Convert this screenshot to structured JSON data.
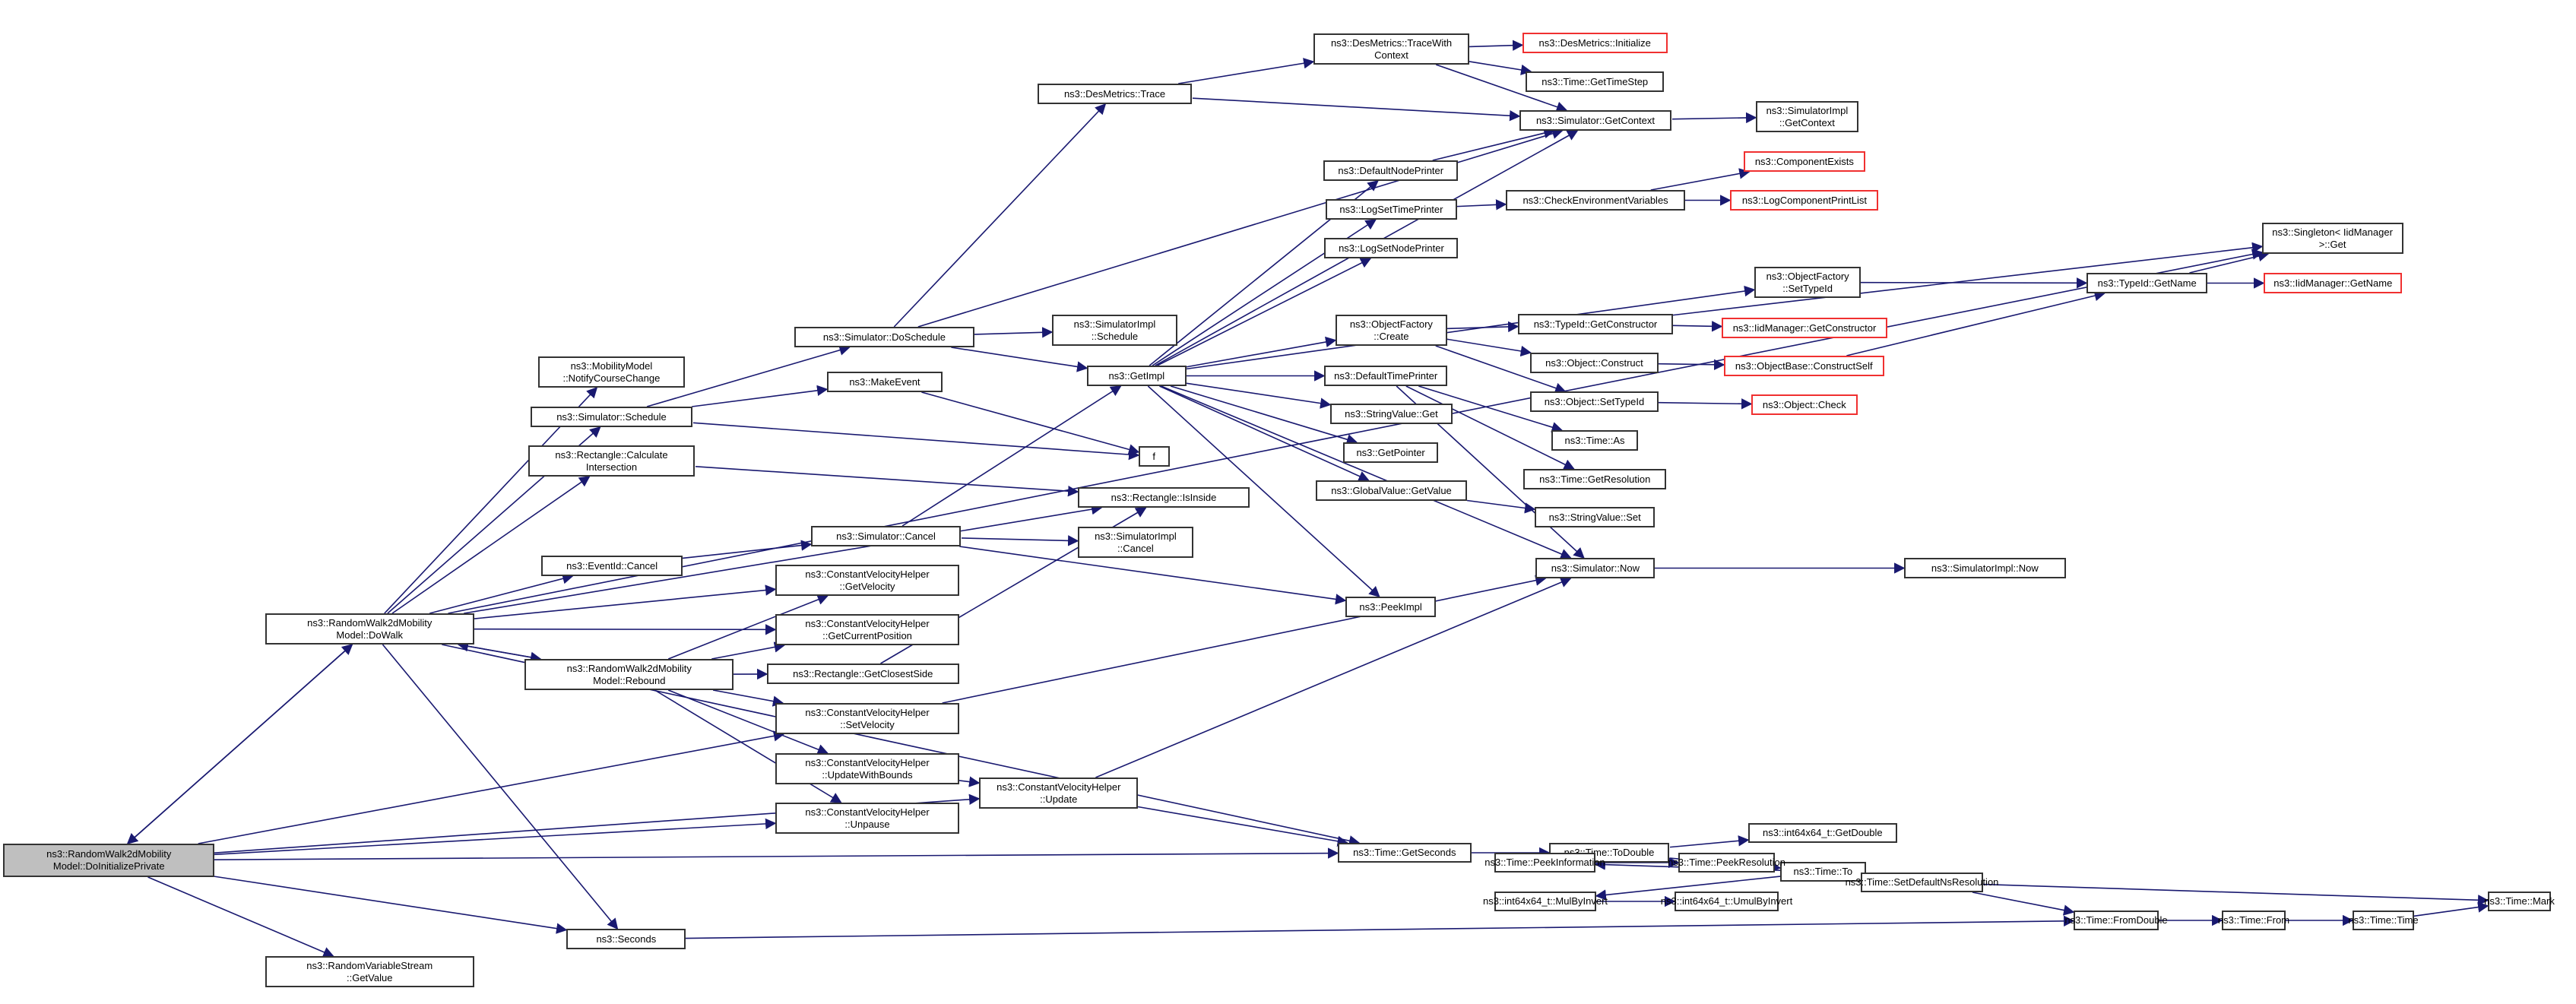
{
  "graph": {
    "edge_color": "#191970",
    "nodes": {
      "root": {
        "label": "ns3::RandomWalk2dMobility\nModel::DoInitializePrivate",
        "state": "root"
      },
      "dowalk": {
        "label": "ns3::RandomWalk2dMobility\nModel::DoWalk"
      },
      "rvs_getvalue": {
        "label": "ns3::RandomVariableStream\n::GetValue"
      },
      "notify": {
        "label": "ns3::MobilityModel\n::NotifyCourseChange"
      },
      "sim_schedule": {
        "label": "ns3::Simulator::Schedule"
      },
      "rect_calc": {
        "label": "ns3::Rectangle::Calculate\nIntersection"
      },
      "eventid_cancel": {
        "label": "ns3::EventId::Cancel"
      },
      "rebound": {
        "label": "ns3::RandomWalk2dMobility\nModel::Rebound"
      },
      "seconds": {
        "label": "ns3::Seconds"
      },
      "sim_doschedule": {
        "label": "ns3::Simulator::DoSchedule"
      },
      "makeevent": {
        "label": "ns3::MakeEvent"
      },
      "sim_cancel": {
        "label": "ns3::Simulator::Cancel"
      },
      "cvh_getvel": {
        "label": "ns3::ConstantVelocityHelper\n::GetVelocity"
      },
      "cvh_getpos": {
        "label": "ns3::ConstantVelocityHelper\n::GetCurrentPosition"
      },
      "rect_closest": {
        "label": "ns3::Rectangle::GetClosestSide"
      },
      "cvh_setvel": {
        "label": "ns3::ConstantVelocityHelper\n::SetVelocity"
      },
      "cvh_updbounds": {
        "label": "ns3::ConstantVelocityHelper\n::UpdateWithBounds"
      },
      "cvh_unpause": {
        "label": "ns3::ConstantVelocityHelper\n::Unpause"
      },
      "desm_trace": {
        "label": "ns3::DesMetrics::Trace"
      },
      "simimpl_schedule": {
        "label": "ns3::SimulatorImpl\n::Schedule"
      },
      "getimpl": {
        "label": "ns3::GetImpl"
      },
      "f": {
        "label": "f"
      },
      "rect_isinside": {
        "label": "ns3::Rectangle::IsInside"
      },
      "simimpl_cancel": {
        "label": "ns3::SimulatorImpl\n::Cancel"
      },
      "cvh_update": {
        "label": "ns3::ConstantVelocityHelper\n::Update"
      },
      "time_getseconds": {
        "label": "ns3::Time::GetSeconds"
      },
      "desm_tracewc": {
        "label": "ns3::DesMetrics::TraceWith\nContext"
      },
      "defnodeprinter": {
        "label": "ns3::DefaultNodePrinter"
      },
      "logsettimeprinter": {
        "label": "ns3::LogSetTimePrinter"
      },
      "logsetnodeprinter": {
        "label": "ns3::LogSetNodePrinter"
      },
      "objfact_create": {
        "label": "ns3::ObjectFactory\n::Create"
      },
      "deftimeprinter": {
        "label": "ns3::DefaultTimePrinter"
      },
      "stringvalue_get": {
        "label": "ns3::StringValue::Get"
      },
      "getpointer": {
        "label": "ns3::GetPointer"
      },
      "globalvalue_get": {
        "label": "ns3::GlobalValue::GetValue"
      },
      "peekimpl": {
        "label": "ns3::PeekImpl"
      },
      "desm_init": {
        "label": "ns3::DesMetrics::Initialize",
        "state": "red"
      },
      "time_gettimestep": {
        "label": "ns3::Time::GetTimeStep"
      },
      "sim_getcontext": {
        "label": "ns3::Simulator::GetContext"
      },
      "checkenv": {
        "label": "ns3::CheckEnvironmentVariables"
      },
      "typeid_getctor": {
        "label": "ns3::TypeId::GetConstructor"
      },
      "object_construct": {
        "label": "ns3::Object::Construct"
      },
      "object_settypeid": {
        "label": "ns3::Object::SetTypeId"
      },
      "time_as": {
        "label": "ns3::Time::As"
      },
      "time_getres": {
        "label": "ns3::Time::GetResolution"
      },
      "stringvalue_set": {
        "label": "ns3::StringValue::Set"
      },
      "sim_now": {
        "label": "ns3::Simulator::Now"
      },
      "time_todouble": {
        "label": "ns3::Time::ToDouble"
      },
      "simimpl_getcontext": {
        "label": "ns3::SimulatorImpl\n::GetContext"
      },
      "compexists": {
        "label": "ns3::ComponentExists",
        "state": "red"
      },
      "logcompprint": {
        "label": "ns3::LogComponentPrintList",
        "state": "red"
      },
      "objfact_settypeid": {
        "label": "ns3::ObjectFactory\n::SetTypeId"
      },
      "iid_getctor": {
        "label": "ns3::IidManager::GetConstructor",
        "state": "red"
      },
      "objbase_constructself": {
        "label": "ns3::ObjectBase::ConstructSelf",
        "state": "red"
      },
      "object_check": {
        "label": "ns3::Object::Check",
        "state": "red"
      },
      "simimpl_now": {
        "label": "ns3::SimulatorImpl::Now"
      },
      "int_getdouble": {
        "label": "ns3::int64x64_t::GetDouble"
      },
      "time_to": {
        "label": "ns3::Time::To"
      },
      "typeid_getname": {
        "label": "ns3::TypeId::GetName"
      },
      "singleton_get": {
        "label": "ns3::Singleton< IidManager\n>::Get"
      },
      "iid_getname": {
        "label": "ns3::IidManager::GetName",
        "state": "red"
      },
      "time_peekinfo": {
        "label": "ns3::Time::PeekInformation"
      },
      "int_mulbyinvert": {
        "label": "ns3::int64x64_t::MulByInvert"
      },
      "time_peekres": {
        "label": "ns3::Time::PeekResolution"
      },
      "int_umulbyinvert": {
        "label": "ns3::int64x64_t::UmulByInvert"
      },
      "time_setdefault": {
        "label": "ns3::Time::SetDefaultNsResolution"
      },
      "time_fromdouble": {
        "label": "ns3::Time::FromDouble"
      },
      "time_from": {
        "label": "ns3::Time::From"
      },
      "time_time": {
        "label": "ns3::Time::Time"
      },
      "time_mark": {
        "label": "ns3::Time::Mark"
      }
    },
    "edges": [
      [
        "root",
        "dowalk"
      ],
      [
        "dowalk",
        "root"
      ],
      [
        "root",
        "rvs_getvalue"
      ],
      [
        "root",
        "seconds"
      ],
      [
        "root",
        "cvh_setvel"
      ],
      [
        "root",
        "cvh_unpause"
      ],
      [
        "root",
        "cvh_update"
      ],
      [
        "root",
        "time_getseconds"
      ],
      [
        "dowalk",
        "notify"
      ],
      [
        "dowalk",
        "sim_schedule"
      ],
      [
        "dowalk",
        "rect_calc"
      ],
      [
        "dowalk",
        "eventid_cancel"
      ],
      [
        "dowalk",
        "rebound"
      ],
      [
        "rebound",
        "dowalk"
      ],
      [
        "dowalk",
        "seconds"
      ],
      [
        "dowalk",
        "cvh_getvel"
      ],
      [
        "dowalk",
        "cvh_getpos"
      ],
      [
        "dowalk",
        "rect_isinside"
      ],
      [
        "dowalk",
        "time_getseconds"
      ],
      [
        "dowalk",
        "singleton_get"
      ],
      [
        "rebound",
        "cvh_getvel"
      ],
      [
        "rebound",
        "cvh_getpos"
      ],
      [
        "rebound",
        "rect_closest"
      ],
      [
        "rebound",
        "cvh_setvel"
      ],
      [
        "rebound",
        "cvh_updbounds"
      ],
      [
        "rebound",
        "cvh_unpause"
      ],
      [
        "sim_schedule",
        "sim_doschedule"
      ],
      [
        "sim_schedule",
        "makeevent"
      ],
      [
        "sim_schedule",
        "f"
      ],
      [
        "rect_calc",
        "rect_isinside"
      ],
      [
        "eventid_cancel",
        "sim_cancel"
      ],
      [
        "sim_doschedule",
        "desm_trace"
      ],
      [
        "sim_doschedule",
        "simimpl_schedule"
      ],
      [
        "sim_doschedule",
        "getimpl"
      ],
      [
        "sim_doschedule",
        "sim_getcontext"
      ],
      [
        "makeevent",
        "f"
      ],
      [
        "sim_cancel",
        "getimpl"
      ],
      [
        "sim_cancel",
        "simimpl_cancel"
      ],
      [
        "sim_cancel",
        "peekimpl"
      ],
      [
        "rect_closest",
        "rect_isinside"
      ],
      [
        "cvh_setvel",
        "sim_now"
      ],
      [
        "cvh_updbounds",
        "cvh_update"
      ],
      [
        "cvh_update",
        "sim_now"
      ],
      [
        "cvh_update",
        "time_getseconds"
      ],
      [
        "desm_trace",
        "desm_tracewc"
      ],
      [
        "desm_trace",
        "sim_getcontext"
      ],
      [
        "desm_tracewc",
        "desm_init"
      ],
      [
        "desm_tracewc",
        "time_gettimestep"
      ],
      [
        "desm_tracewc",
        "sim_getcontext"
      ],
      [
        "getimpl",
        "defnodeprinter"
      ],
      [
        "getimpl",
        "logsettimeprinter"
      ],
      [
        "getimpl",
        "logsetnodeprinter"
      ],
      [
        "getimpl",
        "objfact_create"
      ],
      [
        "getimpl",
        "deftimeprinter"
      ],
      [
        "getimpl",
        "stringvalue_get"
      ],
      [
        "getimpl",
        "getpointer"
      ],
      [
        "getimpl",
        "globalvalue_get"
      ],
      [
        "getimpl",
        "peekimpl"
      ],
      [
        "getimpl",
        "sim_now"
      ],
      [
        "getimpl",
        "objfact_settypeid"
      ],
      [
        "getimpl",
        "sim_getcontext"
      ],
      [
        "defnodeprinter",
        "sim_getcontext"
      ],
      [
        "logsettimeprinter",
        "checkenv"
      ],
      [
        "objfact_create",
        "typeid_getctor"
      ],
      [
        "objfact_create",
        "object_construct"
      ],
      [
        "objfact_create",
        "object_settypeid"
      ],
      [
        "deftimeprinter",
        "time_as"
      ],
      [
        "deftimeprinter",
        "time_getres"
      ],
      [
        "deftimeprinter",
        "sim_now"
      ],
      [
        "globalvalue_get",
        "stringvalue_set"
      ],
      [
        "sim_getcontext",
        "simimpl_getcontext"
      ],
      [
        "checkenv",
        "compexists"
      ],
      [
        "checkenv",
        "logcompprint"
      ],
      [
        "typeid_getctor",
        "iid_getctor"
      ],
      [
        "typeid_getctor",
        "singleton_get"
      ],
      [
        "object_construct",
        "objbase_constructself"
      ],
      [
        "object_settypeid",
        "object_check"
      ],
      [
        "sim_now",
        "simimpl_now"
      ],
      [
        "time_getseconds",
        "time_todouble"
      ],
      [
        "time_todouble",
        "int_getdouble"
      ],
      [
        "time_todouble",
        "time_to"
      ],
      [
        "objfact_settypeid",
        "typeid_getname"
      ],
      [
        "objbase_constructself",
        "typeid_getname"
      ],
      [
        "typeid_getname",
        "singleton_get"
      ],
      [
        "typeid_getname",
        "iid_getname"
      ],
      [
        "time_to",
        "time_peekinfo"
      ],
      [
        "time_to",
        "int_mulbyinvert"
      ],
      [
        "time_peekinfo",
        "time_peekres"
      ],
      [
        "int_mulbyinvert",
        "int_umulbyinvert"
      ],
      [
        "time_peekres",
        "time_setdefault"
      ],
      [
        "time_setdefault",
        "time_mark"
      ],
      [
        "time_setdefault",
        "time_fromdouble"
      ],
      [
        "seconds",
        "time_fromdouble"
      ],
      [
        "time_fromdouble",
        "time_from"
      ],
      [
        "time_from",
        "time_time"
      ],
      [
        "time_time",
        "time_mark"
      ]
    ]
  }
}
